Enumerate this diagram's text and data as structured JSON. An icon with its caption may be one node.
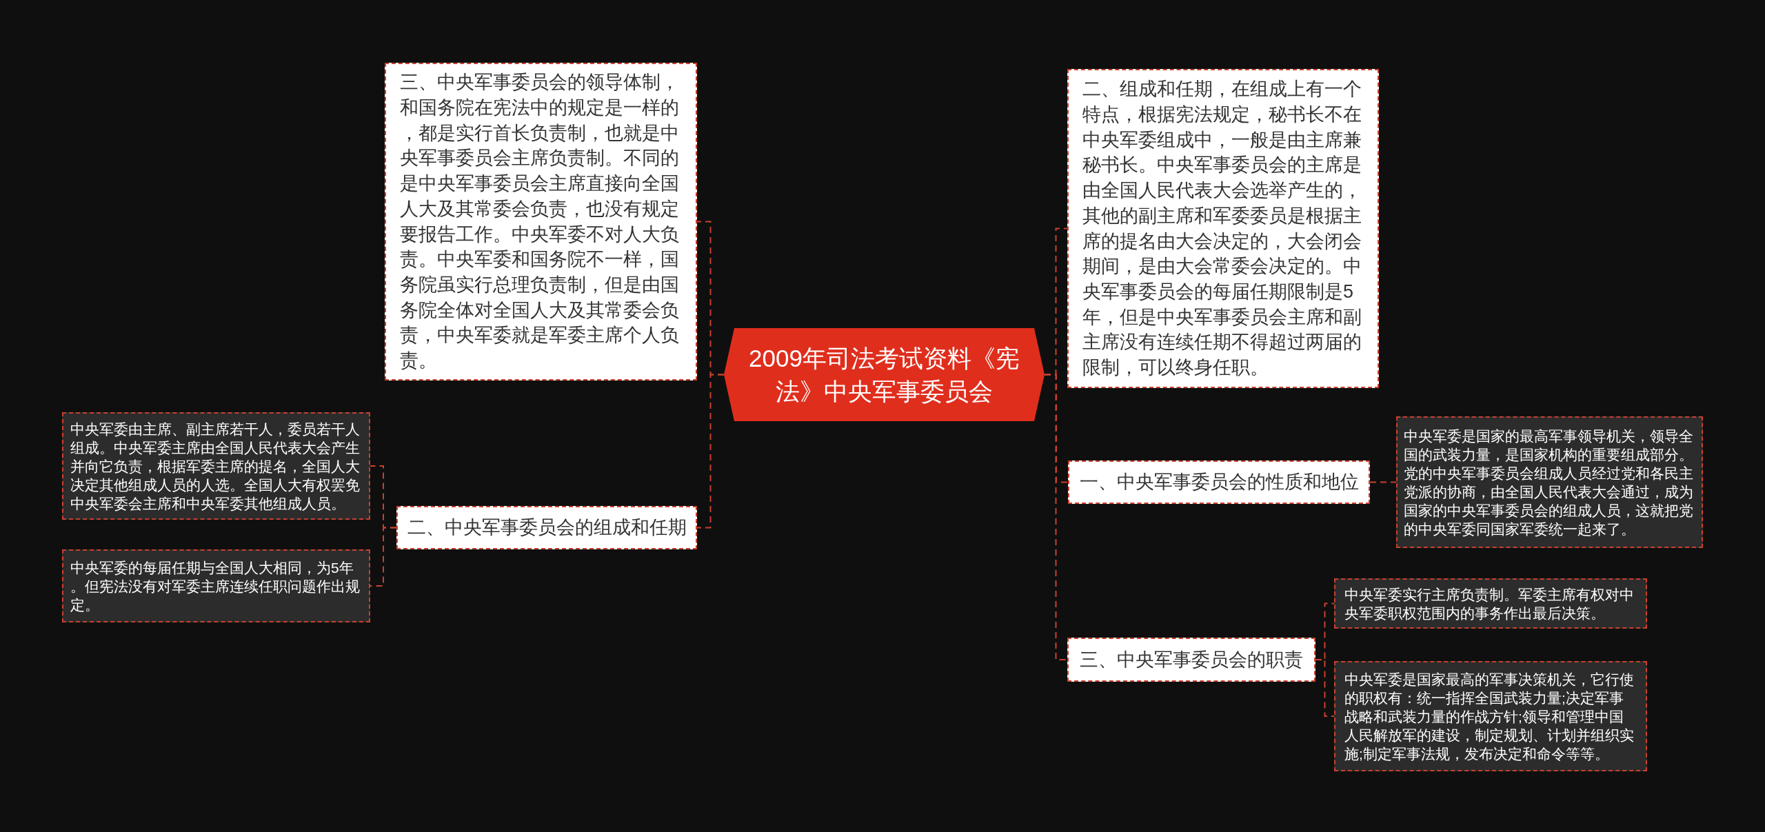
{
  "diagram": {
    "nodes": [
      {
        "text": [
          "2009年司法考试资料《宪法》中央军事委员会"
        ]
      },
      {
        "text": [
          "三、中央军事委员会的领导体制，和国务院在宪法中的规定是一样的，都是实行首长负责制，也就是中央军事委员会主席负责制。不同的是中央军事委员会主席直接向全国人大及其常委会负责，也没有规定要报告工作。中央军委不对人大负责。中央军委和国务院不一样，国务院虽实行总理负责制，但是由国务院全体对全国人大及其常委会负责，中央军委就是军委主席个人负责。"
        ]
      },
      {
        "text": [
          "二、中央军事委员会的组成和任期"
        ]
      },
      {
        "text": [
          "中央军委由主席、副主席若干人，委员若干人组成。中央军委主席由全国人民代表大会产生并向它负责，根据军委主席的提名，全国人大决定其他组成人员的人选。全国人大有权罢免中央军委会主席和中央军委其他组成人员。"
        ]
      },
      {
        "text": [
          "中央军委的每届任期与全国人大相同，为5年。但宪法没有对军委主席连续任职问题作出规定。"
        ]
      },
      {
        "text": [
          "二、组成和任期，在组成上有一个特点，根据宪法规定，秘书长不在中央军委组成中，一般是由主席兼秘书长。中央军事委员会的主席是由全国人民代表大会选举产生的，其他的副主席和军委委员是根据主席的提名由大会决定的，大会闭会期间，是由大会常委会决定的。中央军事委员会的每届任期限制是5年，但是中央军事委员会主席和副主席没有连续任期不得超过两届的限制，可以终身任职。"
        ]
      },
      {
        "text": [
          "一、中央军事委员会的性质和地位"
        ]
      },
      {
        "text": [
          "中央军委是国家的最高军事领导机关，领导全国的武装力量，是国家机构的重要组成部分。党的中央军事委员会组成人员经过党和各民主党派的协商，由全国人民代表大会通过，成为国家的中央军事委员会的组成人员，这就把党的中央军委同国家军委统一起来了。"
        ]
      },
      {
        "text": [
          "三、中央军事委员会的职责"
        ]
      },
      {
        "text": [
          "中央军委实行主席负责制。军委主席有权对中央军委职权范围内的事务作出最后决策。"
        ]
      },
      {
        "text": [
          "中央军委是国家最高的军事决策机关，它行使的职权有：统一指挥全国武装力量;决定军事战略和武装力量的作战方针;领导和管理中国人民解放军的建设，制定规划、计划并组织实施;制定军事法规，发布决定和命令等等。"
        ]
      }
    ],
    "edges": [
      {
        "from": 0,
        "to": 1,
        "arrow": "none"
      },
      {
        "from": 0,
        "to": 2,
        "arrow": "none"
      },
      {
        "from": 2,
        "to": 3,
        "arrow": "none"
      },
      {
        "from": 2,
        "to": 4,
        "arrow": "none"
      },
      {
        "from": 0,
        "to": 5,
        "arrow": "none"
      },
      {
        "from": 0,
        "to": 6,
        "arrow": "none"
      },
      {
        "from": 6,
        "to": 7,
        "arrow": "none"
      },
      {
        "from": 0,
        "to": 8,
        "arrow": "none"
      },
      {
        "from": 8,
        "to": 9,
        "arrow": "none"
      },
      {
        "from": 8,
        "to": 10,
        "arrow": "none"
      }
    ]
  }
}
